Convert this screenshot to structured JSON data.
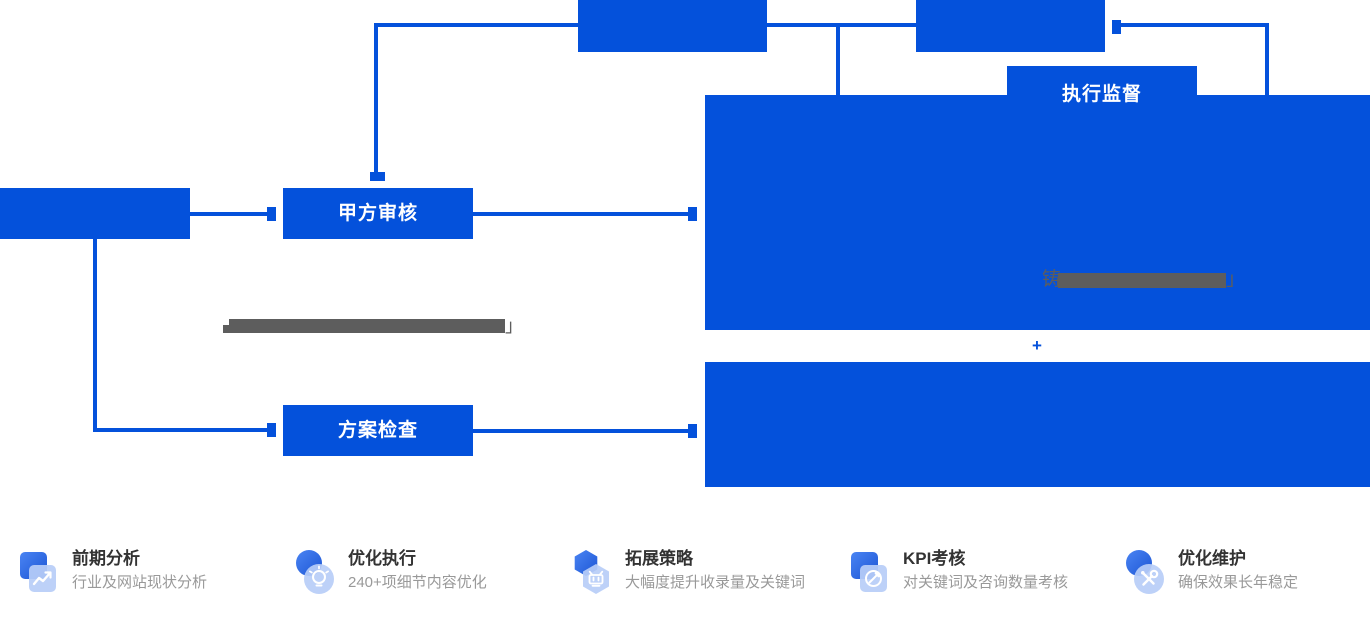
{
  "palette": {
    "primary_blue": "#0451db",
    "icon_solid_blue_start": "#4a84f3",
    "icon_solid_blue_end": "#1c55d4",
    "icon_light_blue": "#b7cdf7",
    "title_color": "#333333",
    "subtitle_color": "#999999",
    "redaction_gray": "#5d5d5d",
    "box_text_color": "#ffffff"
  },
  "flowchart": {
    "top_box_1_label": "",
    "top_box_2_label": "",
    "left_box_label": "",
    "review_label": "甲方审核",
    "check_label": "方案检查",
    "supervise_label": "执行监督",
    "plus_symbol": "+",
    "redacted_note_top": {
      "start_fragment": "铸",
      "end_bracket": "」"
    },
    "redacted_note_mid": {
      "end_bracket": "」"
    }
  },
  "features": [
    {
      "title": "前期分析",
      "subtitle": "行业及网站现状分析",
      "icon": "trend-chart-icon",
      "shape": "square"
    },
    {
      "title": "优化执行",
      "subtitle": "240+项细节内容优化",
      "icon": "lightbulb-icon",
      "shape": "circle"
    },
    {
      "title": "拓展策略",
      "subtitle": "大幅度提升收录量及关键词",
      "icon": "robot-strategy-icon",
      "shape": "hexagon"
    },
    {
      "title": "KPI考核",
      "subtitle": "对关键词及咨询数量考核",
      "icon": "kpi-badge-icon",
      "shape": "square"
    },
    {
      "title": "优化维护",
      "subtitle": "确保效果长年稳定",
      "icon": "maintenance-tools-icon",
      "shape": "circle"
    }
  ]
}
